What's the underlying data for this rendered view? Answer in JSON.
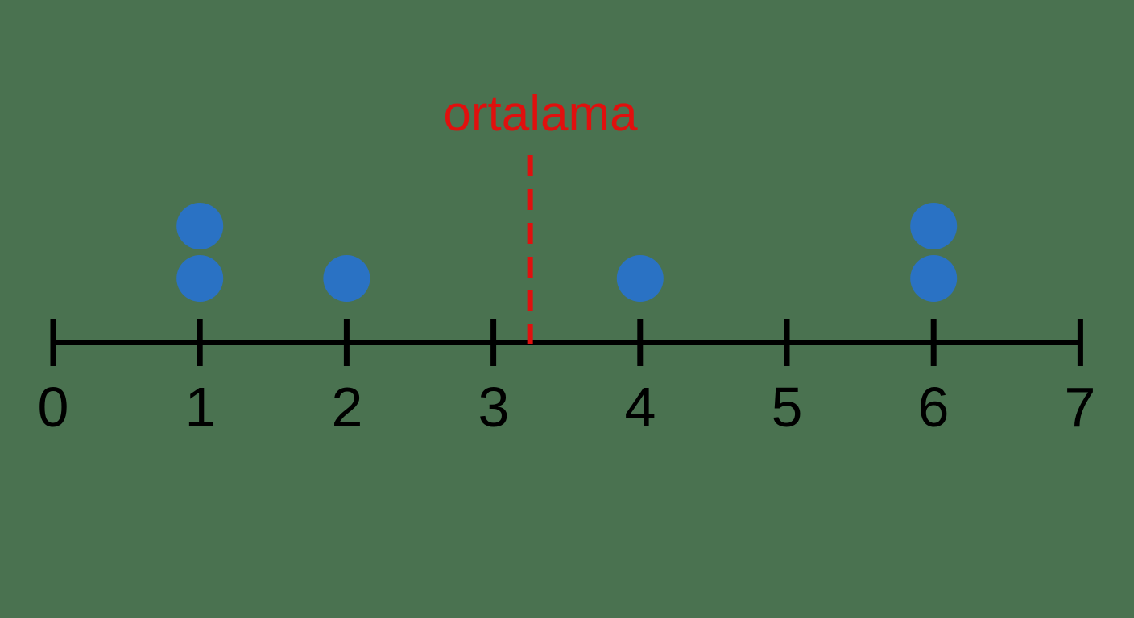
{
  "chart_data": {
    "type": "scatter",
    "subtype": "dot_plot",
    "title": "",
    "xlabel": "",
    "ylabel": "",
    "xlim": [
      0,
      7
    ],
    "x_ticks": [
      0,
      1,
      2,
      3,
      4,
      5,
      6,
      7
    ],
    "tick_labels": [
      "0",
      "1",
      "2",
      "3",
      "4",
      "5",
      "6",
      "7"
    ],
    "points": [
      1,
      1,
      2,
      4,
      6,
      6
    ],
    "stacks": [
      {
        "x": 1,
        "count": 2
      },
      {
        "x": 2,
        "count": 1
      },
      {
        "x": 4,
        "count": 1
      },
      {
        "x": 6,
        "count": 2
      }
    ],
    "annotations": [
      {
        "type": "vline",
        "style": "dashed",
        "x": 3.25,
        "label": "ortalama",
        "color": "#e0100e"
      }
    ],
    "grid": false,
    "legend": null
  },
  "colors": {
    "background": "#4a7250",
    "dot": "#2a72c4",
    "axis": "#000000",
    "mean_line": "#e0100e"
  },
  "labels": {
    "mean": "ortalama",
    "ticks": [
      "0",
      "1",
      "2",
      "3",
      "4",
      "5",
      "6",
      "7"
    ]
  }
}
